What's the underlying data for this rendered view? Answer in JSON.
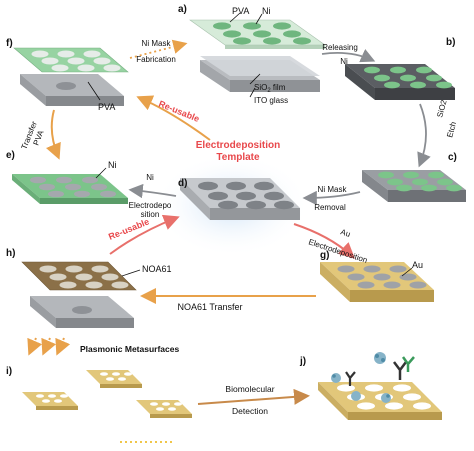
{
  "panels": {
    "a": "a)",
    "b": "b)",
    "c": "c)",
    "d": "d)",
    "e": "e)",
    "f": "f)",
    "g": "g)",
    "h": "h)",
    "i": "i)",
    "j": "j)"
  },
  "labels": {
    "pva_a": "PVA",
    "ni_a": "Ni",
    "sio2_film": "SiO",
    "sio2_film_sub": "2",
    "sio2_film_suffix": " film",
    "ito_glass": "ITO glass",
    "pva_f": "PVA",
    "ni_e": "Ni",
    "noa61": "NOA61",
    "au": "Au",
    "template_line1": "Electrodeposition",
    "template_line2": "Template"
  },
  "arrows": {
    "ni_mask_fab_1": "Ni Mask",
    "ni_mask_fab_2": "Fabrication",
    "releasing_1": "Releasing",
    "releasing_2": "Ni",
    "sio2_etch_1": "SiO2",
    "sio2_etch_2": "Etch",
    "ni_mask_removal_1": "Ni Mask",
    "ni_mask_removal_2": "Removal",
    "reusable_top": "Re-usable",
    "pva_transfer_1": "PVA",
    "pva_transfer_2": "Transfer",
    "ni_electro_1": "Ni",
    "ni_electro_2": "Electrodepo",
    "ni_electro_3": "sition",
    "reusable_mid": "Re-usable",
    "au_electro_1": "Au",
    "au_electro_2": "Electrodeposition",
    "noa61_transfer": "NOA61 Transfer",
    "plasmonic": "Plasmonic Metasurfaces",
    "bio_1": "Biomolecular",
    "bio_2": "Detection"
  },
  "colors": {
    "green": "#7cc48a",
    "gray_slab": "#9a9ea3",
    "dark_slab": "#4e5156",
    "gold": "#e2c77a",
    "brown": "#8b7048",
    "accent_red": "#e8484b",
    "arrow_orange": "#e8a14a"
  }
}
